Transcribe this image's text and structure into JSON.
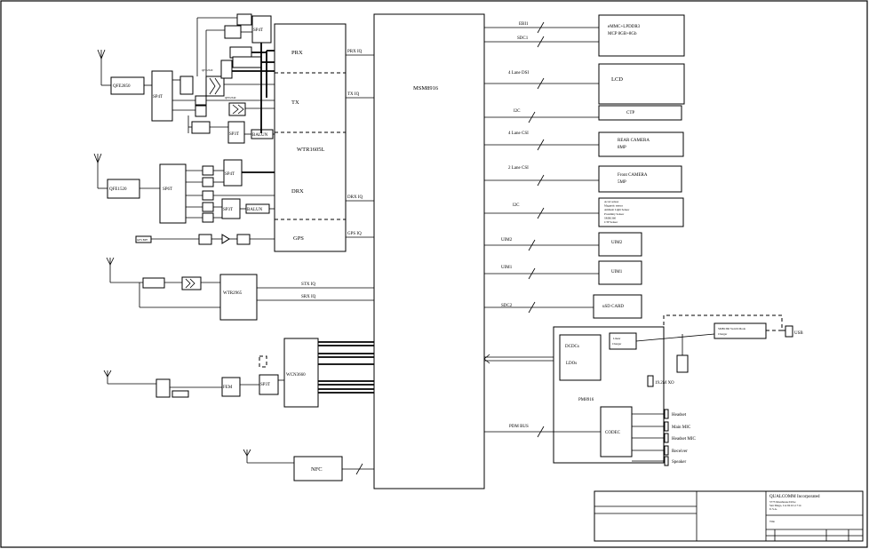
{
  "rf": {
    "qfe2850": "QFE2850",
    "qfe1520": "QFE1520",
    "sp4t_a": "SP4T",
    "sp4t_b": "SP4T",
    "sp4t_c": "SP4T",
    "sp6t": "SP6T",
    "sp3t_a": "SP3T",
    "sp3t_b": "SP3T",
    "sp3t_c": "SP3T",
    "balun_a": "BALUN",
    "balun_b": "BALUN",
    "qfe_small_a": "QFE2320",
    "qfe_small_b": "QFE2340",
    "fm": "FEM"
  },
  "transceiver": {
    "name": "WTR1605L",
    "prx": "PRX",
    "tx": "TX",
    "drx": "DRX",
    "gps": "GPS"
  },
  "signals": {
    "prx_iq": "PRX IQ",
    "tx_iq": "TX IQ",
    "drx_iq": "DRX IQ",
    "gps_iq": "GPS IQ",
    "stx_iq": "STX IQ",
    "srx_iq": "SRX IQ",
    "ebi1": "EBI1",
    "sdc1": "SDC1",
    "dsi": "4 Lane DSI",
    "i2c_a": "I2C",
    "csi_a": "4 Lane CSI",
    "csi_b": "2 Lane CSI",
    "i2c_b": "I2C",
    "uim2": "UIM2",
    "uim1": "UIM1",
    "sdc2": "SDC2",
    "pdm_bus": "PDM BUS"
  },
  "blocks": {
    "msm": "MSM8916",
    "wtr": "WTR2965",
    "wcn": "WCN3660",
    "nfc": "NFC",
    "emmc_l1": "eMMC+LPDDR3",
    "emmc_l2": "MCP 8GB+8Gb",
    "lcd": "LCD",
    "ctp": "CTP",
    "rear_l1": "REAR CAMERA",
    "rear_l2": "8MP",
    "front_l1": "Front CAMERA",
    "front_l2": "5MP",
    "sensors": [
      "Accel sensor",
      "Magnetic sensor",
      "Ambient Light Sensor",
      "Proximity Sensor",
      "SMB1360",
      "CTP Sensor"
    ],
    "uim2": "UIM2",
    "uim1": "UIM1",
    "usd": "uSD CARD",
    "pmic": "PM8916",
    "dcdc": "DCDCs",
    "ldo": "LDOs",
    "codec": "CODEC",
    "linear_l1": "Linear",
    "linear_l2": "Charger",
    "xo": "19.2M XO",
    "smb_l1": "SMB1360 Switch Mode",
    "smb_l2": "Charger",
    "usb": "USB",
    "gps_box": "GPS BPF"
  },
  "audio": [
    "Headset",
    "Main MIC",
    "Headset MIC",
    "Receiver",
    "Speaker"
  ],
  "titleblock": {
    "company": "QUALCOMM Incorporated",
    "addr1": "5775 Morehouse Drive",
    "addr2": "San Diego, CA 92121-1714",
    "addr3": "U.S.A.",
    "title_label": "Title"
  }
}
